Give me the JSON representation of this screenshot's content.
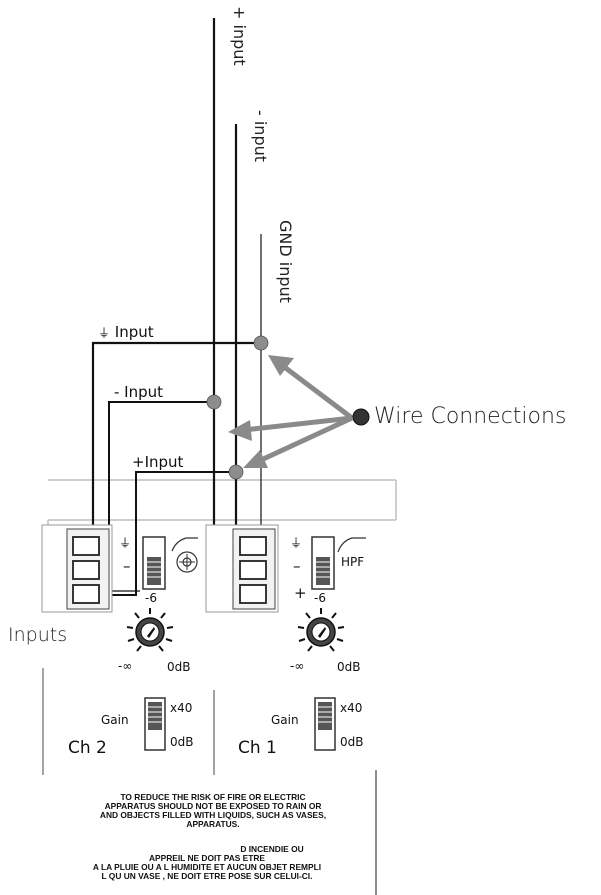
{
  "labels": {
    "plus_input_v": "+ input",
    "minus_input_v": "- input",
    "gnd_input_v": "GND input",
    "gnd_symbol": "⏚",
    "input_gnd": "Input",
    "input_minus": "- Input",
    "input_plus": "+Input",
    "wire_connections": "Wire Connections",
    "inputs": "Inputs",
    "ch2": "Ch 2",
    "ch1": "Ch 1",
    "minus_sign": "–",
    "plus_sign": "+",
    "minus6": "-6",
    "hpf": "HPF",
    "neg_inf": "-∞",
    "zero_db": "0dB",
    "gain": "Gain",
    "x40": "x40"
  },
  "warning": {
    "en_lines": [
      "TO REDUCE THE RISK OF FIRE OR ELECTRIC",
      "APPARATUS SHOULD NOT BE EXPOSED TO RAIN OR",
      "AND OBJECTS FILLED WITH LIQUIDS, SUCH AS VASES,",
      "APPARATUS."
    ],
    "fr_lines": [
      "D INCENDIE OU",
      "APPREIL NE DOIT PAS ETRE",
      "A LA PLUIE OU A L HUMIDITE ET AUCUN OBJET REMPLI",
      "L QU UN VASE , NE DOIT ETRE POSE SUR CELUI-CI."
    ]
  },
  "colors": {
    "wire": "#111111",
    "arrow": "#8a8a8a",
    "dot": "#8d8d8d",
    "panel_edge": "#bdbdbd"
  }
}
